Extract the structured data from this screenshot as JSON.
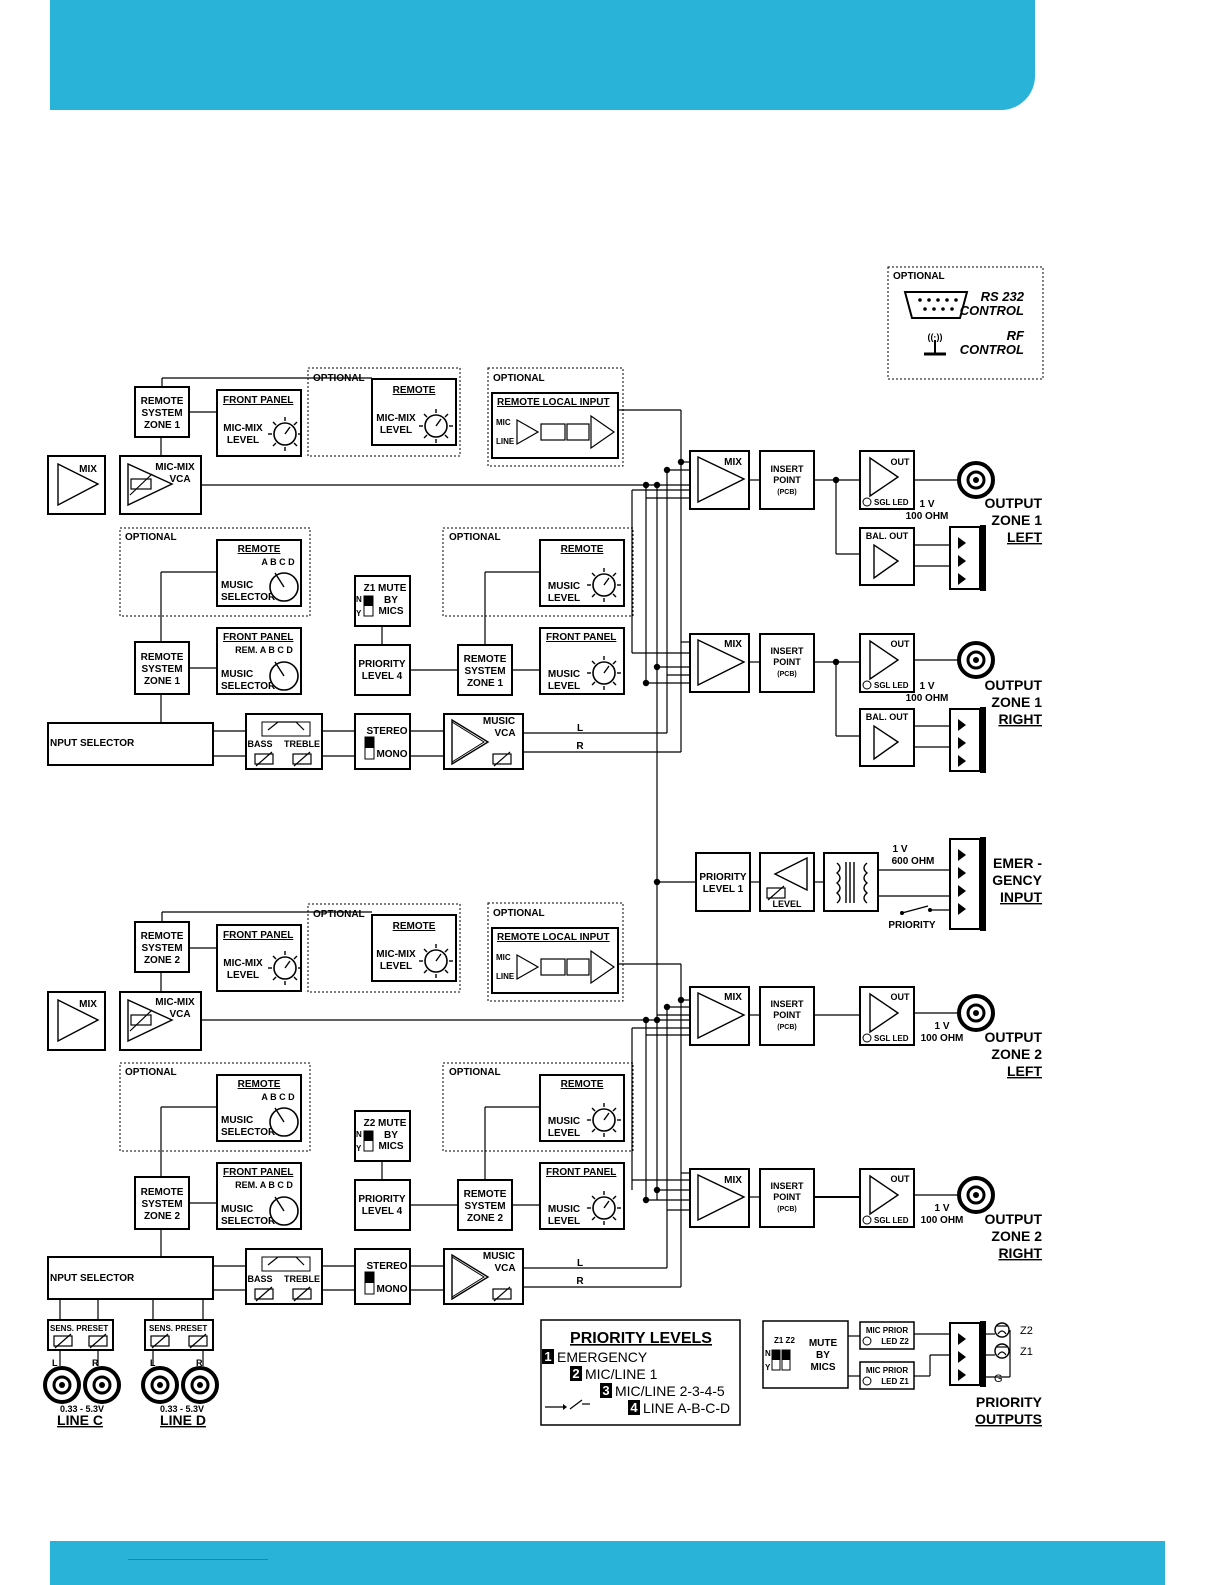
{
  "colors": {
    "band": "#2ab3d8",
    "ink": "#000000",
    "link": "#3a6fd0"
  },
  "optional_panel": {
    "label": "OPTIONAL",
    "rs232": [
      "RS 232",
      "CONTROL"
    ],
    "rf": [
      "RF",
      "CONTROL"
    ]
  },
  "labels": {
    "optional": "OPTIONAL",
    "remote": "REMOTE",
    "front_panel": "FRONT PANEL",
    "mic_mix_level": [
      "MIC-MIX",
      "LEVEL"
    ],
    "remote_local_input": "REMOTE LOCAL INPUT",
    "mic": "MIC",
    "line": "LINE",
    "mix": "MIX",
    "mic_mix_vca": [
      "MIC-MIX",
      "VCA"
    ],
    "music_selector": [
      "MUSIC",
      "SELECTOR"
    ],
    "abcd": "A B C D",
    "rem_abcd": "REM. A B C D",
    "music_level": [
      "MUSIC",
      "LEVEL"
    ],
    "priority_level_4": [
      "PRIORITY",
      "LEVEL 4"
    ],
    "input_selector": "NPUT SELECTOR",
    "bass": "BASS",
    "treble": "TREBLE",
    "stereo": "STEREO",
    "mono": "MONO",
    "music_vca": [
      "MUSIC",
      "VCA"
    ],
    "l": "L",
    "r": "R",
    "insert_point": [
      "INSERT",
      "POINT",
      "(PCB)"
    ],
    "out": "OUT",
    "sgl_led": "SGL LED",
    "bal_out": "BAL. OUT",
    "v1_100": [
      "1 V",
      "100 OHM"
    ],
    "v1_600": [
      "1 V",
      "600 OHM"
    ],
    "priority_level_1": [
      "PRIORITY",
      "LEVEL 1"
    ],
    "level": "LEVEL",
    "priority": "PRIORITY",
    "n": "N",
    "y": "Y",
    "sens_preset": "SENS. PRESET",
    "range": "0.33 - 5.3V"
  },
  "zone1": {
    "remote_system": [
      "REMOTE",
      "SYSTEM",
      "ZONE 1"
    ],
    "mute": [
      "Z1 MUTE",
      "BY",
      "MICS"
    ]
  },
  "zone2": {
    "remote_system": [
      "REMOTE",
      "SYSTEM",
      "ZONE 2"
    ],
    "mute": [
      "Z2 MUTE",
      "BY",
      "MICS"
    ]
  },
  "outputs": {
    "z1_left": [
      "OUTPUT",
      "ZONE 1",
      "LEFT"
    ],
    "z1_right": [
      "OUTPUT",
      "ZONE 1",
      "RIGHT"
    ],
    "emergency": [
      "EMER -",
      "GENCY",
      "INPUT"
    ],
    "z2_left": [
      "OUTPUT",
      "ZONE 2",
      "LEFT"
    ],
    "z2_right": [
      "OUTPUT",
      "ZONE 2",
      "RIGHT"
    ]
  },
  "line_c": "LINE C",
  "line_d": "LINE D",
  "priority_levels": {
    "title": "PRIORITY LEVELS",
    "items": [
      {
        "num": "1",
        "text": "EMERGENCY"
      },
      {
        "num": "2",
        "text": "MIC/LINE 1"
      },
      {
        "num": "3",
        "text": "MIC/LINE 2-3-4-5"
      },
      {
        "num": "4",
        "text": "LINE A-B-C-D"
      }
    ]
  },
  "priority_outputs": {
    "z1z2": "Z1 Z2",
    "mute_by_mics": [
      "MUTE",
      "BY",
      "MICS"
    ],
    "mic_prior_z2": [
      "MIC PRIOR",
      "LED Z2"
    ],
    "mic_prior_z1": [
      "MIC PRIOR",
      "LED Z1"
    ],
    "z2": "Z2",
    "z1": "Z1",
    "g": "G",
    "title": [
      "PRIORITY",
      "OUTPUTS"
    ]
  }
}
